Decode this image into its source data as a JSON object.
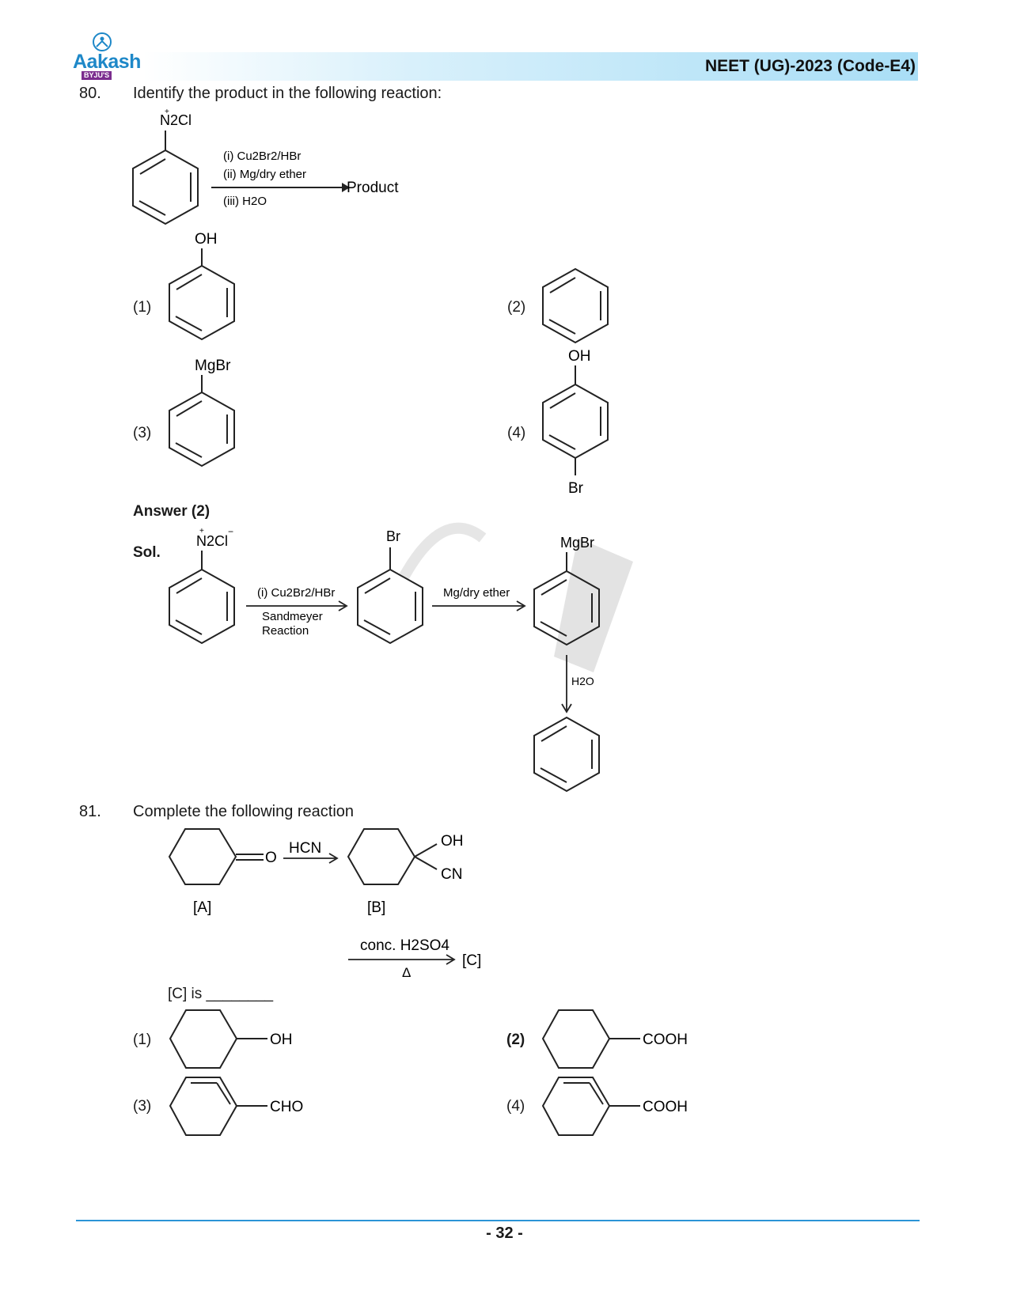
{
  "header": {
    "logo_name": "Aakash",
    "logo_sub": "BYJU'S",
    "title": "NEET (UG)-2023 (Code-E4)"
  },
  "q80": {
    "number": "80.",
    "text": "Identify the product in the following reaction:",
    "reactant_label": "N2Cl",
    "cond1": "(i) Cu2Br2/HBr",
    "cond2": "(ii) Mg/dry ether",
    "cond3": "(iii) H2O",
    "product": "Product",
    "options": [
      {
        "num": "(1)",
        "group": "OH"
      },
      {
        "num": "(2)",
        "group": ""
      },
      {
        "num": "(3)",
        "group": "MgBr"
      },
      {
        "num": "(4)",
        "group": "OH",
        "group2": "Br"
      }
    ],
    "answer": "Answer (2)",
    "sol_label": "Sol.",
    "sol": {
      "start_label": "N2Cl",
      "step1_cond": "(i) Cu2Br2/HBr",
      "step1_sub1": "Sandmeyer",
      "step1_sub2": "Reaction",
      "inter1": "Br",
      "step2_cond": "Mg/dry ether",
      "inter2": "MgBr",
      "step3_cond": "H2O"
    }
  },
  "q81": {
    "number": "81.",
    "text": "Complete the following reaction",
    "label_a": "[A]",
    "label_b": "[B]",
    "ketone_o": "O",
    "reagent1": "HCN",
    "oh": "OH",
    "cn": "CN",
    "reagent2": "conc. H2SO4",
    "delta": "Δ",
    "label_c": "[C]",
    "c_is": "[C] is ________",
    "options": [
      {
        "num": "(1)",
        "group": "OH"
      },
      {
        "num": "(2)",
        "group": "COOH"
      },
      {
        "num": "(3)",
        "group": "CHO"
      },
      {
        "num": "(4)",
        "group": "COOH"
      }
    ]
  },
  "footer": {
    "page": "- 32 -"
  }
}
